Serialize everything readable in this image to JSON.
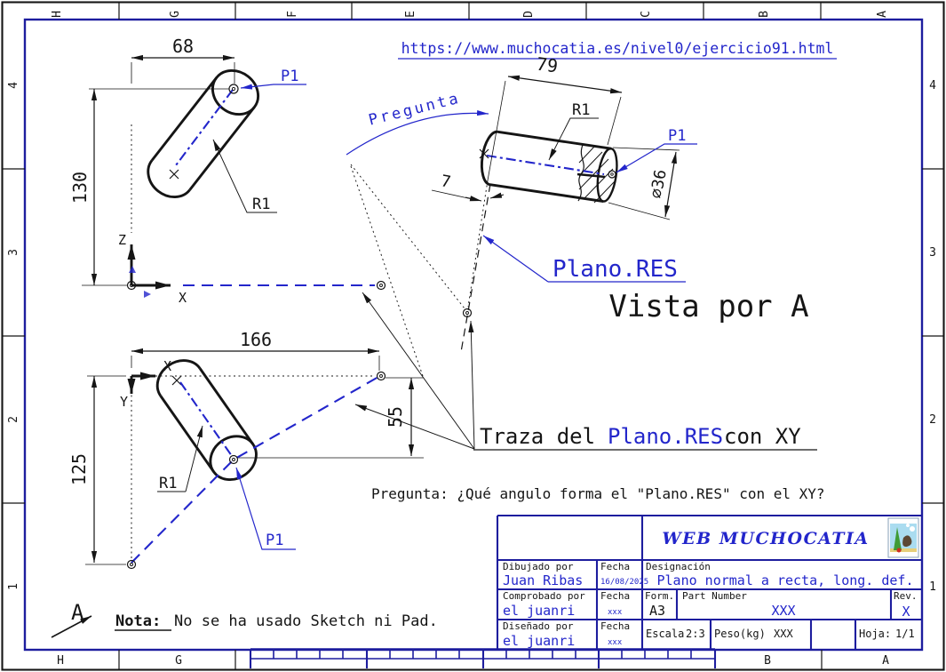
{
  "colors": {
    "paper": "#ffffff",
    "ink": "#151515",
    "frame": "#1d1d9e",
    "accent": "#2326cb"
  },
  "grid": {
    "top": [
      "H",
      "G",
      "F",
      "E",
      "D",
      "C",
      "B",
      "A"
    ],
    "bottom": [
      "H",
      "G",
      "B",
      "A"
    ],
    "left": [
      "4",
      "3",
      "2",
      "1"
    ],
    "right": [
      "4",
      "3",
      "2",
      "1"
    ]
  },
  "header": {
    "url": "https://www.muchocatia.es/nivel0/ejercicio91.html"
  },
  "view_front": {
    "dim_width": "68",
    "dim_height": "130",
    "axis_v": "Z",
    "axis_h": "X",
    "p1": "P1",
    "r1": "R1"
  },
  "view_top": {
    "dim_width": "166",
    "dim_height": "125",
    "dim_offset": "55",
    "axis_h": "X",
    "axis_v": "Y",
    "p1": "P1",
    "r1": "R1"
  },
  "view_aux": {
    "title": "Vista por A",
    "dim_length": "79",
    "dim_gap": "7",
    "dim_diameter": "⌀36",
    "p1": "P1",
    "r1": "R1",
    "plane_label": "Plano.RES",
    "arc_label": "Pregunta"
  },
  "annotations": {
    "traza_prefix": "Traza del",
    "traza_plane": "Plano.RES",
    "traza_suffix": "con XY",
    "question": "Pregunta: ¿Qué angulo forma el \"Plano.RES\" con el XY?",
    "nota_label": "Nota:",
    "nota_text": "No se ha usado Sketch ni Pad.",
    "view_arrow": "A"
  },
  "title_block": {
    "brand": "WEB MUCHOCATIA",
    "drawn_label": "Dibujado por",
    "drawn_value": "Juan Ribas",
    "drawn_date_label": "Fecha",
    "drawn_date_value": "16/08/2025",
    "checked_label": "Comprobado por",
    "checked_value": "el juanri",
    "checked_date_label": "Fecha",
    "checked_date_value": "xxx",
    "designed_label": "Diseñado por",
    "designed_value": "el juanri",
    "designed_date_label": "Fecha",
    "designed_date_value": "xxx",
    "designation_label": "Designación",
    "designation_value": "Plano normal a recta, long. def.",
    "format_label": "Form.",
    "format_value": "A3",
    "part_label": "Part Number",
    "part_value": "XXX",
    "rev_label": "Rev.",
    "rev_value": "X",
    "scale_label": "Escala",
    "scale_value": "2:3",
    "weight_label": "Peso(kg)",
    "weight_value": "XXX",
    "sheet_label": "Hoja:",
    "sheet_value": "1/1"
  }
}
